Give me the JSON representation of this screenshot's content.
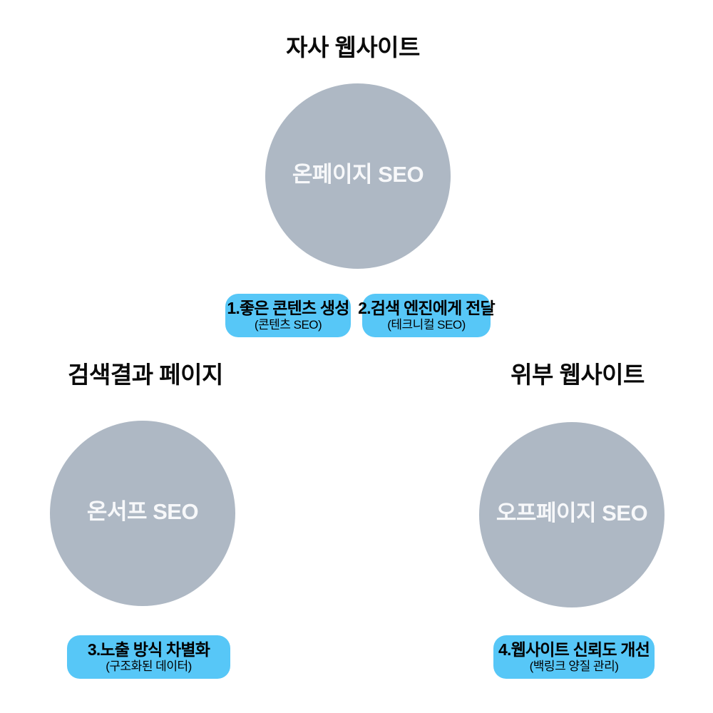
{
  "palette": {
    "background": "#ffffff",
    "circle_fill": "#aeb8c4",
    "circle_text": "#f7f8fa",
    "badge_fill": "#57c7f7",
    "badge_text": "#000000",
    "title_text": "#0a0a0a"
  },
  "sections": [
    {
      "title": "자사 웹사이트",
      "circle_label": "온페이지 SEO",
      "badges": [
        {
          "line1": "1.좋은 콘텐츠 생성",
          "line2": "(콘텐츠 SEO)"
        },
        {
          "line1": "2.검색 엔진에게 전달",
          "line2": "(테크니컬 SEO)"
        }
      ]
    },
    {
      "title": "검색결과 페이지",
      "circle_label": "온서프 SEO",
      "badges": [
        {
          "line1": "3.노출 방식 차별화",
          "line2": "(구조화된 데이터)"
        }
      ]
    },
    {
      "title": "위부 웹사이트",
      "circle_label": "오프페이지 SEO",
      "badges": [
        {
          "line1": "4.웹사이트 신뢰도 개선",
          "line2": "(백링크 양질 관리)"
        }
      ]
    }
  ]
}
